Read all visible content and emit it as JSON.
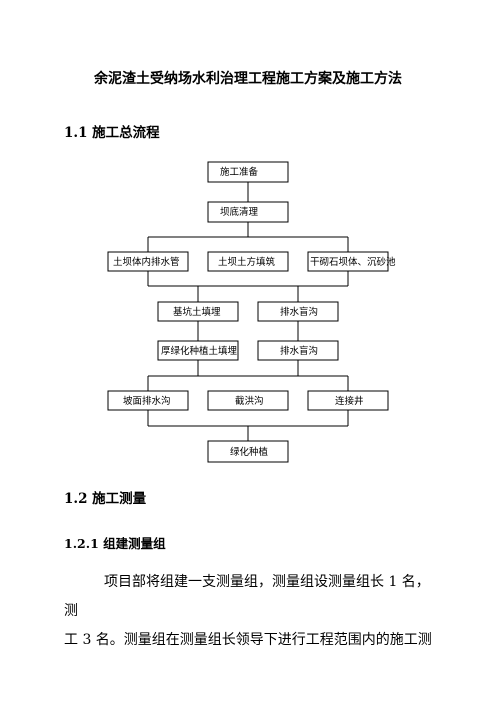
{
  "title": "余泥渣土受纳场水利治理工程施工方案及施工方法",
  "section_1_1": "1.1 施工总流程",
  "flowchart": {
    "boxes": [
      {
        "id": "prep",
        "label": "施工准备"
      },
      {
        "id": "clean",
        "label": "坝底清理"
      },
      {
        "id": "drainpipe",
        "label": "土坝体内排水管"
      },
      {
        "id": "fill",
        "label": "土坝土方填筑"
      },
      {
        "id": "stonewall",
        "label": "干砌石坝体、沉砂池"
      },
      {
        "id": "pitfill",
        "label": "基坑土填埋"
      },
      {
        "id": "blind1",
        "label": "排水盲沟"
      },
      {
        "id": "greenfill",
        "label": "厚绿化种植土填埋"
      },
      {
        "id": "blind2",
        "label": "排水盲沟"
      },
      {
        "id": "slopeditch",
        "label": "坡面排水沟"
      },
      {
        "id": "floodditch",
        "label": "截洪沟"
      },
      {
        "id": "well",
        "label": "连接井"
      },
      {
        "id": "plant",
        "label": "绿化种植"
      }
    ]
  },
  "section_1_2": "1.2 施工测量",
  "section_1_2_1": "1.2.1 组建测量组",
  "paragraph_line1": "项目部将组建一支测量组，测量组设测量组长 1 名，测",
  "paragraph_line2": "工 3 名。测量组在测量组长领导下进行工程范围内的施工测"
}
